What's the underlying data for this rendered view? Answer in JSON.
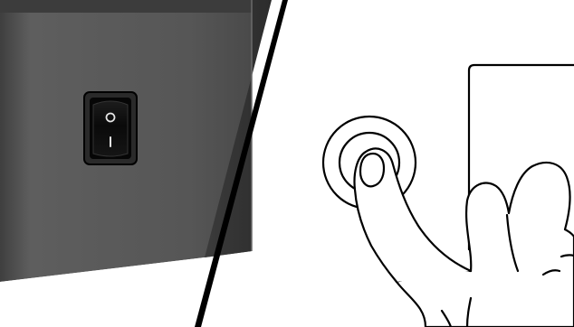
{
  "illustration": {
    "left_panel": {
      "rocker_switch": {
        "top_symbol": "O",
        "bottom_symbol": "I",
        "state": "unknown"
      }
    },
    "right_panel": {
      "power_button": {
        "state": "pressed"
      },
      "hand": {
        "action": "pressing-button-with-index-finger"
      }
    }
  },
  "colors": {
    "cabinet_dark": "#4a4a4a",
    "cabinet_mid": "#5c5c5c",
    "cabinet_side": "#3a3a3a",
    "switch_body": "#111111",
    "switch_bezel": "#262626",
    "outline": "#000000",
    "fill": "#ffffff"
  }
}
